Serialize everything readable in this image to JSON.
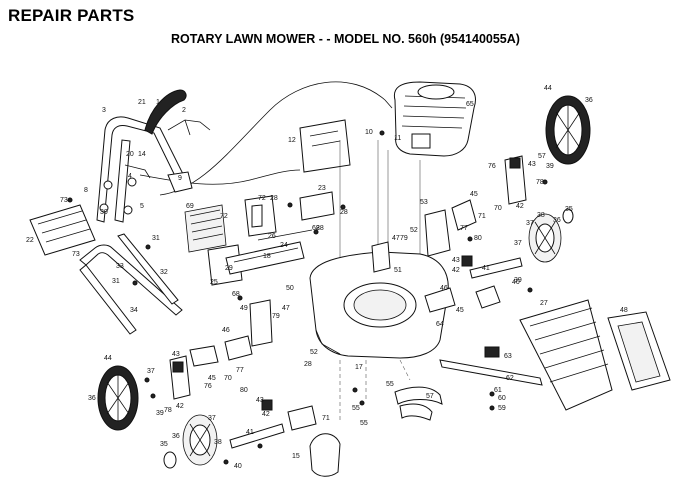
{
  "heading": "REPAIR PARTS",
  "model_title": "ROTARY LAWN MOWER - - MODEL NO. 560h (954140055A)",
  "callouts": [
    {
      "id": "c1",
      "text": "1"
    },
    {
      "id": "c2",
      "text": "2"
    },
    {
      "id": "c3",
      "text": "3"
    },
    {
      "id": "c4",
      "text": "4"
    },
    {
      "id": "c5",
      "text": "5"
    },
    {
      "id": "c8",
      "text": "8"
    },
    {
      "id": "c9",
      "text": "9"
    },
    {
      "id": "c10",
      "text": "10"
    },
    {
      "id": "c11",
      "text": "11"
    },
    {
      "id": "c12",
      "text": "12"
    },
    {
      "id": "c14",
      "text": "14"
    },
    {
      "id": "c15",
      "text": "15"
    },
    {
      "id": "c17",
      "text": "17"
    },
    {
      "id": "c18",
      "text": "18"
    },
    {
      "id": "c20",
      "text": "20"
    },
    {
      "id": "c21",
      "text": "21"
    },
    {
      "id": "c22",
      "text": "22"
    },
    {
      "id": "c23",
      "text": "23"
    },
    {
      "id": "c24",
      "text": "24"
    },
    {
      "id": "c25",
      "text": "25"
    },
    {
      "id": "c26",
      "text": "26"
    },
    {
      "id": "c27",
      "text": "27"
    },
    {
      "id": "c28a",
      "text": "28"
    },
    {
      "id": "c28b",
      "text": "28"
    },
    {
      "id": "c28c",
      "text": "28"
    },
    {
      "id": "c28d",
      "text": "28"
    },
    {
      "id": "c29",
      "text": "29"
    },
    {
      "id": "c30",
      "text": "30"
    },
    {
      "id": "c31a",
      "text": "31"
    },
    {
      "id": "c31b",
      "text": "31"
    },
    {
      "id": "c32",
      "text": "32"
    },
    {
      "id": "c33",
      "text": "33"
    },
    {
      "id": "c34",
      "text": "34"
    },
    {
      "id": "c35a",
      "text": "35"
    },
    {
      "id": "c35b",
      "text": "35"
    },
    {
      "id": "c36a",
      "text": "36"
    },
    {
      "id": "c36b",
      "text": "36"
    },
    {
      "id": "c36c",
      "text": "36"
    },
    {
      "id": "c36d",
      "text": "36"
    },
    {
      "id": "c37a",
      "text": "37"
    },
    {
      "id": "c37b",
      "text": "37"
    },
    {
      "id": "c37c",
      "text": "37"
    },
    {
      "id": "c37d",
      "text": "37"
    },
    {
      "id": "c38a",
      "text": "38"
    },
    {
      "id": "c38b",
      "text": "38"
    },
    {
      "id": "c39a",
      "text": "39"
    },
    {
      "id": "c39b",
      "text": "39"
    },
    {
      "id": "c39c",
      "text": "39"
    },
    {
      "id": "c40a",
      "text": "40"
    },
    {
      "id": "c40b",
      "text": "40"
    },
    {
      "id": "c41a",
      "text": "41"
    },
    {
      "id": "c41b",
      "text": "41"
    },
    {
      "id": "c42a",
      "text": "42"
    },
    {
      "id": "c42b",
      "text": "42"
    },
    {
      "id": "c42c",
      "text": "42"
    },
    {
      "id": "c42d",
      "text": "42"
    },
    {
      "id": "c43a",
      "text": "43"
    },
    {
      "id": "c43b",
      "text": "43"
    },
    {
      "id": "c43c",
      "text": "43"
    },
    {
      "id": "c43d",
      "text": "43"
    },
    {
      "id": "c44a",
      "text": "44"
    },
    {
      "id": "c44b",
      "text": "44"
    },
    {
      "id": "c45a",
      "text": "45"
    },
    {
      "id": "c45b",
      "text": "45"
    },
    {
      "id": "c45c",
      "text": "45"
    },
    {
      "id": "c46a",
      "text": "46"
    },
    {
      "id": "c46b",
      "text": "46"
    },
    {
      "id": "c47a",
      "text": "47"
    },
    {
      "id": "c47b",
      "text": "47"
    },
    {
      "id": "c48",
      "text": "48"
    },
    {
      "id": "c49",
      "text": "49"
    },
    {
      "id": "c50",
      "text": "50"
    },
    {
      "id": "c51",
      "text": "51"
    },
    {
      "id": "c52a",
      "text": "52"
    },
    {
      "id": "c52b",
      "text": "52"
    },
    {
      "id": "c53",
      "text": "53"
    },
    {
      "id": "c55a",
      "text": "55"
    },
    {
      "id": "c55b",
      "text": "55"
    },
    {
      "id": "c55c",
      "text": "55"
    },
    {
      "id": "c57a",
      "text": "57"
    },
    {
      "id": "c57b",
      "text": "57"
    },
    {
      "id": "c59",
      "text": "59"
    },
    {
      "id": "c60",
      "text": "60"
    },
    {
      "id": "c61",
      "text": "61"
    },
    {
      "id": "c62",
      "text": "62"
    },
    {
      "id": "c63",
      "text": "63"
    },
    {
      "id": "c64",
      "text": "64"
    },
    {
      "id": "c65",
      "text": "65"
    },
    {
      "id": "c68a",
      "text": "68"
    },
    {
      "id": "c68b",
      "text": "68"
    },
    {
      "id": "c69",
      "text": "69"
    },
    {
      "id": "c70a",
      "text": "70"
    },
    {
      "id": "c70b",
      "text": "70"
    },
    {
      "id": "c71a",
      "text": "71"
    },
    {
      "id": "c71b",
      "text": "71"
    },
    {
      "id": "c72a",
      "text": "72"
    },
    {
      "id": "c72b",
      "text": "72"
    },
    {
      "id": "c73a",
      "text": "73"
    },
    {
      "id": "c73b",
      "text": "73"
    },
    {
      "id": "c76a",
      "text": "76"
    },
    {
      "id": "c76b",
      "text": "76"
    },
    {
      "id": "c77a",
      "text": "77"
    },
    {
      "id": "c77b",
      "text": "77"
    },
    {
      "id": "c78a",
      "text": "78"
    },
    {
      "id": "c78b",
      "text": "78"
    },
    {
      "id": "c79a",
      "text": "79"
    },
    {
      "id": "c79b",
      "text": "79"
    },
    {
      "id": "c80a",
      "text": "80"
    },
    {
      "id": "c80b",
      "text": "80"
    }
  ]
}
